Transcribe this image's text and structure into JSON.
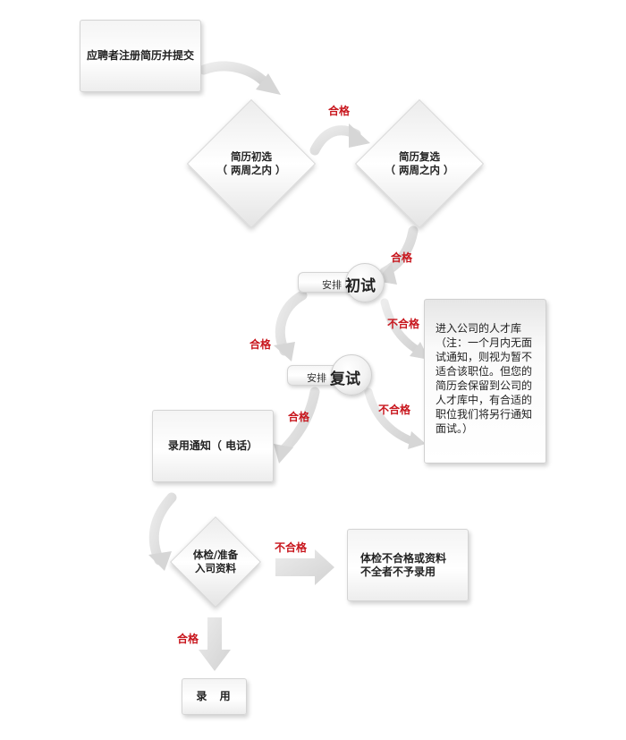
{
  "steps": {
    "submit": "应聘者注册简历并提交",
    "screen1_title": "简历初选",
    "screen1_sub": "（ 两周之内 ）",
    "screen2_title": "简历复选",
    "screen2_sub": "（ 两周之内 ）",
    "interview1_small": "安排",
    "interview1_big": "初试",
    "interview2_small": "安排",
    "interview2_big": "复试",
    "talent_pool": "进入公司的人才库（注：一个月内无面试通知，则视为暂不适合该职位。但您的简历会保留到公司的人才库中，有合适的职位我们将另行通知面试。）",
    "offer_notice": "录用通知（ 电话）",
    "check_line1": "体检/准备",
    "check_line2": "入司资料",
    "reject": "体检不合格或资料不全者不予录用",
    "hire": "录  用"
  },
  "labels": {
    "pass_1": "合格",
    "pass_2": "合格",
    "fail_1": "不合格",
    "pass_3": "合格",
    "fail_2": "不合格",
    "pass_4": "合格",
    "fail_3": "不合格",
    "pass_5": "合格"
  },
  "colors": {
    "label_red": "#c8161d",
    "arrow_gray": "#d9d9d9"
  }
}
